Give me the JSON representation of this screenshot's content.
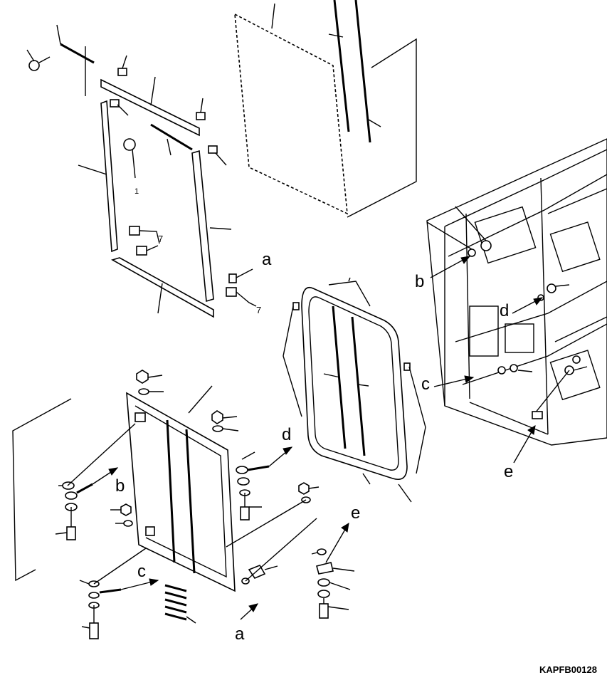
{
  "diagram": {
    "drawing_code": "KAPFB00128",
    "callouts": {
      "a_top": "a",
      "a_bottom": "a",
      "b_left": "b",
      "b_right": "b",
      "c_left": "c",
      "c_right": "c",
      "d_left": "d",
      "d_right": "d",
      "e_left": "e",
      "e_right": "e"
    },
    "small_labels": {
      "seven_upper": "7",
      "seven_lower": "7",
      "one": "1"
    }
  }
}
